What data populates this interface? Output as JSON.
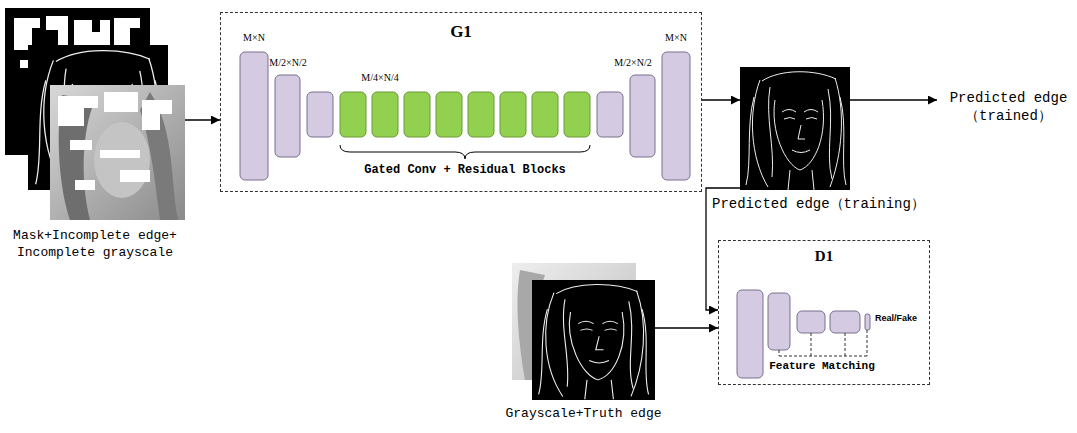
{
  "diagram": {
    "nodes": [
      {
        "text": [
          "Mask+Incomplete edge+ Incomplete grayscale"
        ]
      },
      {
        "text": [
          "G1"
        ]
      },
      {
        "text": [
          "Predicted edge（training）"
        ]
      },
      {
        "text": [
          "Predicted edge （trained）"
        ]
      },
      {
        "text": [
          "D1"
        ]
      },
      {
        "text": [
          "Grayscale+Truth edge"
        ]
      }
    ],
    "edges": [
      {
        "from": 0,
        "to": 1,
        "arrow": "to"
      },
      {
        "from": 1,
        "to": 2,
        "arrow": "to"
      },
      {
        "from": 2,
        "to": 3,
        "arrow": "to"
      },
      {
        "from": 2,
        "to": 4,
        "arrow": "to"
      },
      {
        "from": 5,
        "to": 4,
        "arrow": "to"
      }
    ],
    "labels": [
      "M×N",
      "M/2×N/2",
      "M/4×N/4",
      "M/2×N/2",
      "M×N",
      "Gated Conv + Residual Blocks",
      "Real/Fake",
      "Feature Matching"
    ]
  }
}
